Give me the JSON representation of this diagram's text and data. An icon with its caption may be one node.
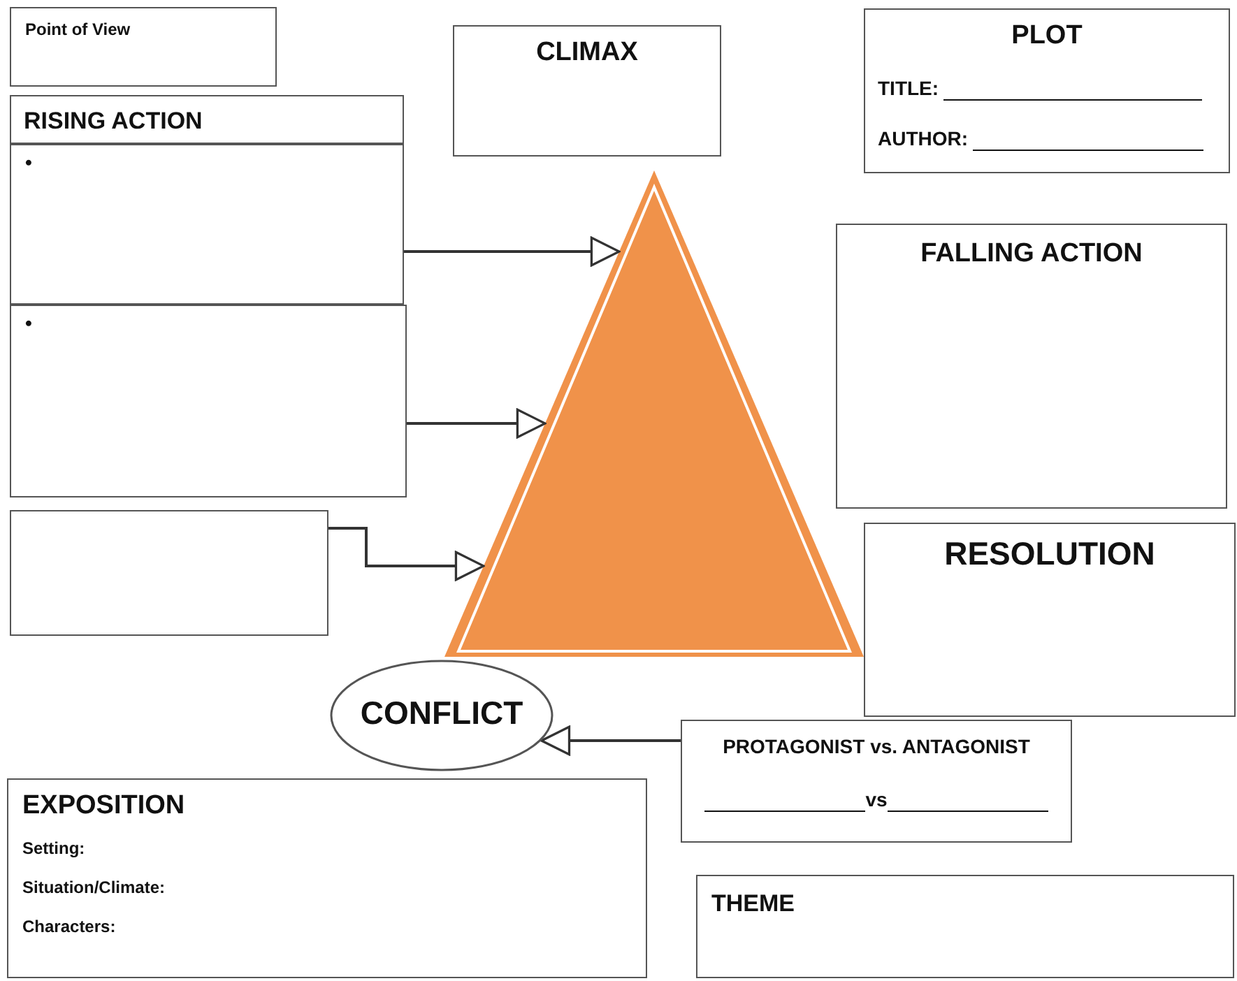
{
  "diagram": {
    "title": "PLOT",
    "nodes": [
      {
        "text": [
          "Point of View"
        ]
      },
      {
        "text": [
          "RISING ACTION"
        ]
      },
      {
        "text": [
          "•"
        ]
      },
      {
        "text": [
          "•"
        ]
      },
      {
        "text": [],
        "shape": "box"
      },
      {
        "text": [
          "CLIMAX"
        ]
      },
      {
        "text": [],
        "shape": "triangle"
      },
      {
        "text": [
          "TITLE:",
          "AUTHOR:"
        ]
      },
      {
        "text": [
          "FALLING ACTION"
        ]
      },
      {
        "text": [
          "RESOLUTION"
        ]
      },
      {
        "text": [
          "CONFLICT"
        ]
      },
      {
        "text": [
          "EXPOSITION",
          "Setting:",
          "Situation/Climate:",
          "Characters:"
        ]
      },
      {
        "text": [
          "PROTAGONIST vs. ANTAGONIST",
          "vs"
        ]
      },
      {
        "text": [
          "THEME"
        ]
      }
    ],
    "edges": [
      {
        "from": 2,
        "to": 6,
        "arrow": "to"
      },
      {
        "from": 3,
        "to": 6,
        "arrow": "to"
      },
      {
        "from": 4,
        "to": 6,
        "arrow": "to"
      },
      {
        "from": 12,
        "to": 10,
        "arrow": "to"
      }
    ]
  }
}
